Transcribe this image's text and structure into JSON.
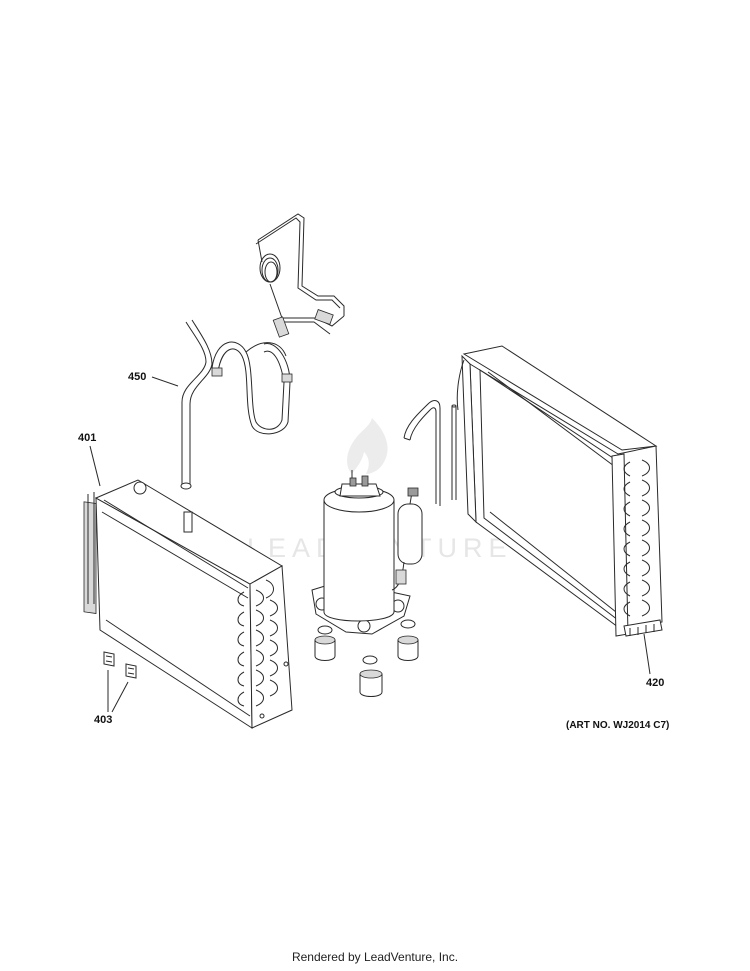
{
  "callouts": {
    "c450": "450",
    "c401": "401",
    "c403": "403",
    "c420": "420"
  },
  "art_number": "(ART NO. WJ2014 C7)",
  "watermark": "LEADVENTURE",
  "footer": "Rendered by LeadVenture, Inc.",
  "colors": {
    "line": "#2a2a2a",
    "watermark": "#e6e6e6"
  }
}
